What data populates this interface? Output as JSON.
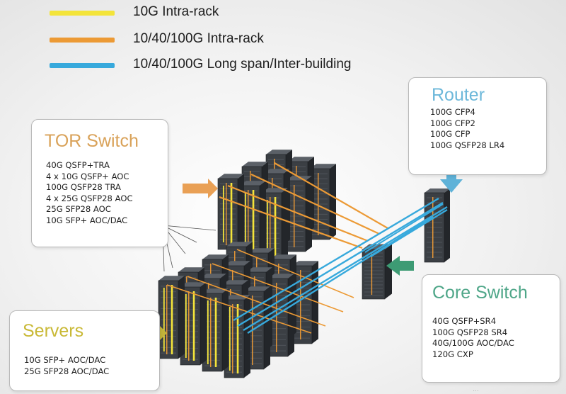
{
  "legend": [
    {
      "label": "10G Intra-rack",
      "color": "#f3e43a"
    },
    {
      "label": "10/40/100G Intra-rack",
      "color": "#ec9a35"
    },
    {
      "label": "10/40/100G Long span/Inter-building",
      "color": "#37a9dc"
    }
  ],
  "tor_switch": {
    "title": "TOR Switch",
    "title_color": "#d9a259",
    "items": [
      "40G QSFP+TRA",
      "4 x 10G QSFP+ AOC",
      "100G QSFP28 TRA",
      "4 x 25G QSFP28 AOC",
      "25G SFP28 AOC",
      "10G SFP+ AOC/DAC"
    ]
  },
  "router": {
    "title": "Router",
    "title_color": "#6db8da",
    "items": [
      "100G CFP4",
      "100G CFP2",
      "100G CFP",
      "100G QSFP28 LR4"
    ]
  },
  "core_switch": {
    "title": "Core Switch",
    "title_color": "#4ea688",
    "items": [
      "40G QSFP+SR4",
      "100G QSFP28 SR4",
      "40G/100G AOC/DAC",
      "120G CXP"
    ]
  },
  "servers": {
    "title": "Servers",
    "title_color": "#c9b936",
    "items": [
      "10G SFP+ AOC/DAC",
      "25G SFP28 AOC/DAC"
    ]
  },
  "colors": {
    "rack_front": "#3b3f44",
    "rack_side": "#23262a",
    "rack_top": "#5b6067",
    "tor_arrow": "#e9a055",
    "router_arrow": "#5fb2d8",
    "core_arrow": "#3d9b74",
    "server_arrow": "#c2b43a"
  },
  "footer": "…"
}
